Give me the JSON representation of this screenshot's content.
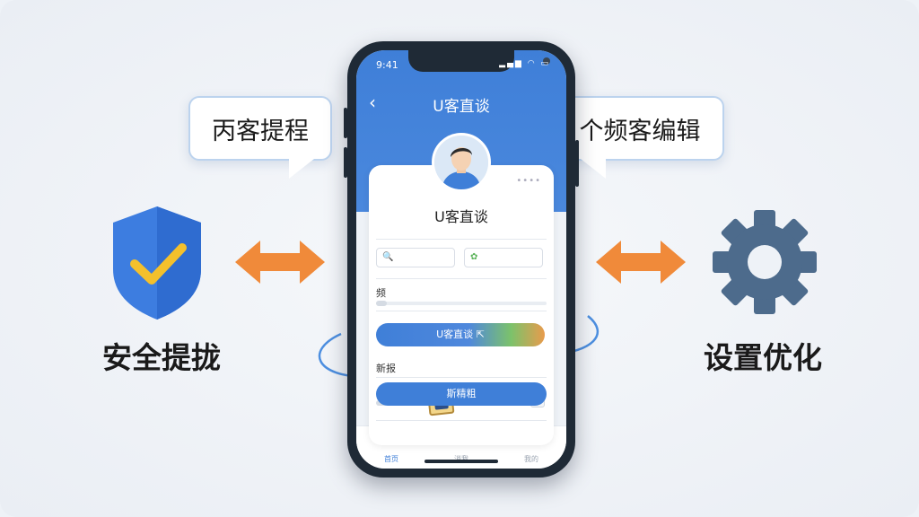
{
  "bubbles": {
    "left": "丙客提程",
    "right": "个频客编辑"
  },
  "side_labels": {
    "left": "安全提拢",
    "right": "设置优化"
  },
  "phone": {
    "status": {
      "time": "9:41",
      "icons": "▂▄▆ ◠ ▭"
    },
    "nav": {
      "back": "‹",
      "title": "U客直谈"
    },
    "profile": {
      "name": "U客直谈",
      "more": "••••"
    },
    "inputs": {
      "search_icon": "🔍",
      "tag_icon": "✿"
    },
    "section1": {
      "label": "频"
    },
    "gradient_button": {
      "label": "U客直谈 ⇱"
    },
    "section2": {
      "label": "新报"
    },
    "primary_button": {
      "label": "斯精粗"
    },
    "tabs": [
      {
        "icon": "⌂",
        "label": "首页"
      },
      {
        "icon": "✎",
        "label": "消我"
      },
      {
        "icon": "⚇",
        "label": "我的"
      }
    ]
  },
  "colors": {
    "brand_blue": "#3f7fd8",
    "shield_blue": "#3d7de0",
    "check_yellow": "#f4c02c",
    "arrow_orange": "#f08a3a",
    "gear_slate": "#4d6b8c"
  },
  "icons": {
    "shield": "shield-check-icon",
    "gear": "gear-icon",
    "arrows": "bidirectional-arrow-icon"
  }
}
